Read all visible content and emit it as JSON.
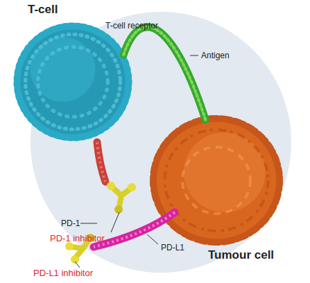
{
  "diagram": {
    "nodes": [
      {
        "text": [
          "T-cell"
        ]
      },
      {
        "text": [
          "Tumour cell"
        ]
      }
    ],
    "edges": [
      {
        "from": 0,
        "to": 1,
        "arrow": "none"
      }
    ],
    "labels": [
      "T-cell receptor",
      "Antigen",
      "PD-1",
      "PD-1 inhibitor",
      "PD-L1",
      "PD-L1 inhibitor"
    ]
  }
}
